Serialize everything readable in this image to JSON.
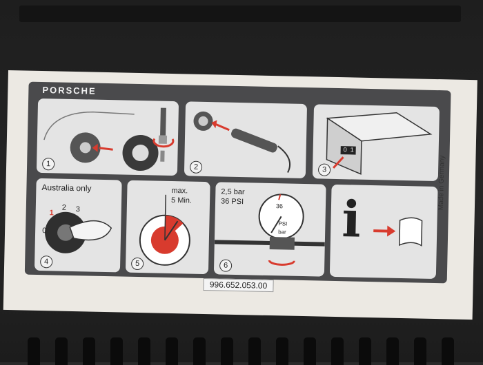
{
  "sticker": {
    "brand": "PORSCHE",
    "part_number": "996.652.053.00",
    "made_in": "Made in Germany",
    "tiles": [
      {
        "num": "1"
      },
      {
        "num": "2"
      },
      {
        "num": "3",
        "switch_off": "0",
        "switch_on": "1"
      },
      {
        "num": "4",
        "note": "Australia only",
        "pos0": "0",
        "pos1": "1",
        "pos2": "2",
        "pos3": "3"
      },
      {
        "num": "5",
        "time": "max.",
        "time2": "5 Min."
      },
      {
        "num": "6",
        "bar": "2,5 bar",
        "psi": "36 PSI",
        "gauge_psi": "PSI",
        "gauge_bar": "bar",
        "gauge_36": "36"
      },
      {
        "info_icon": "i"
      }
    ]
  },
  "colors": {
    "accent_red": "#d83b2e",
    "panel": "#4a4a4c",
    "tile": "#e4e4e4",
    "sticker": "#ece9e3"
  }
}
